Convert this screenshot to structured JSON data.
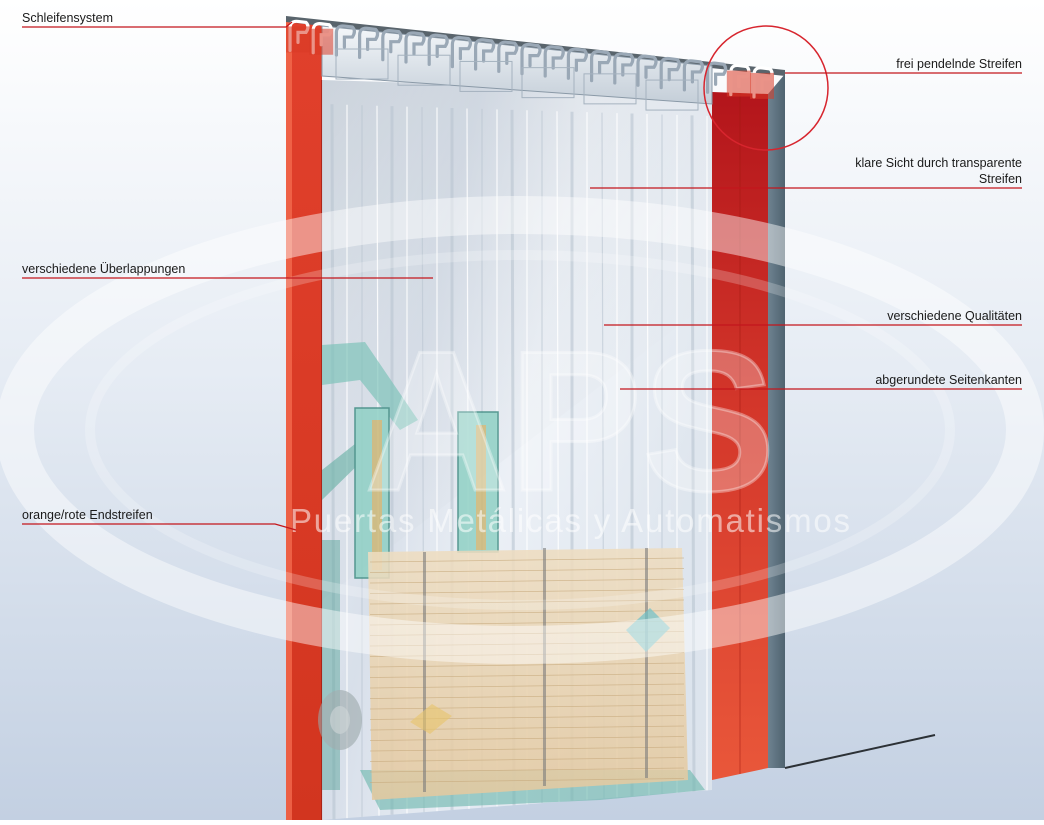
{
  "labels": {
    "schleifensystem": "Schleifensystem",
    "frei_pendelnde": "frei pendelnde Streifen",
    "klare_sicht_line1": "klare Sicht durch transparente",
    "klare_sicht_line2": "Streifen",
    "ueberlappungen": "verschiedene Überlappungen",
    "qualitaeten": "verschiedene Qualitäten",
    "seitenkanten": "abgerundete Seitenkanten",
    "endstreifen": "orange/rote Endstreifen"
  },
  "watermark": {
    "logo_text": "APS",
    "tagline": "Puertas Metálicas y Automatismos"
  },
  "colors": {
    "background_light": "#ffffff",
    "background_blue": "#c7d3e4",
    "leader_line": "#c4161c",
    "end_strip_red": "#e2422e",
    "end_strip_dark": "#b2171c",
    "wall_grey": "#5f7380",
    "rail_silver": "#dce4ec",
    "forklift_green": "#6fb8ae",
    "pallet_beige": "#e8cfa8"
  },
  "icons": [
    "red-circle-highlight"
  ]
}
